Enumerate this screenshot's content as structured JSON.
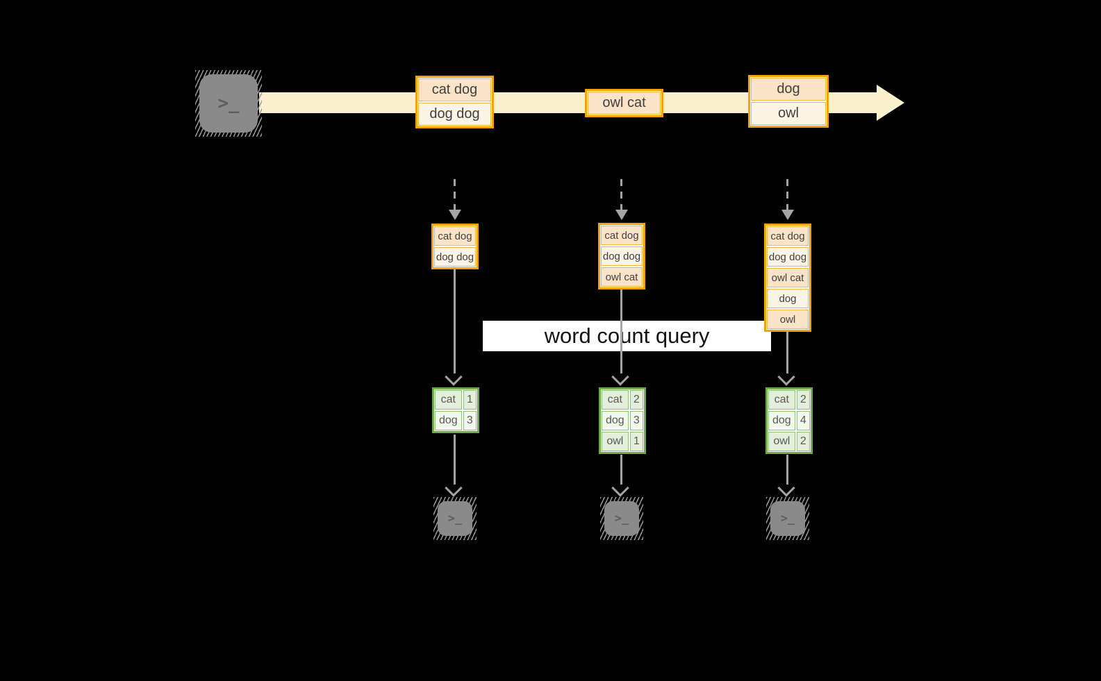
{
  "query": {
    "label": "word count query"
  },
  "icons": {
    "source": "terminal-icon",
    "sink": "terminal-icon"
  },
  "colors": {
    "background": "#000000",
    "stream_band": "#faf0cd",
    "event_border": "#f0a30a",
    "event_fill_dark": "#fae3c6",
    "event_fill_light": "#fcf4e4",
    "table_border": "#6fac46",
    "table_fill_dark": "#e3efda",
    "table_fill_light": "#f1f8ec",
    "arrow_gray": "#a5a5a5",
    "terminal_gray": "#8a8a8a"
  },
  "stream_events": [
    {
      "rows": [
        "cat dog",
        "dog dog"
      ]
    },
    {
      "rows": [
        "owl cat"
      ]
    },
    {
      "rows": [
        "dog",
        "owl"
      ]
    }
  ],
  "columns": [
    {
      "batch": [
        "cat dog",
        "dog dog"
      ],
      "counts": [
        {
          "word": "cat",
          "n": "1"
        },
        {
          "word": "dog",
          "n": "3"
        }
      ]
    },
    {
      "batch": [
        "cat dog",
        "dog dog",
        "owl cat"
      ],
      "counts": [
        {
          "word": "cat",
          "n": "2"
        },
        {
          "word": "dog",
          "n": "3"
        },
        {
          "word": "owl",
          "n": "1"
        }
      ]
    },
    {
      "batch": [
        "cat dog",
        "dog dog",
        "owl cat",
        "dog",
        "owl"
      ],
      "counts": [
        {
          "word": "cat",
          "n": "2"
        },
        {
          "word": "dog",
          "n": "4"
        },
        {
          "word": "owl",
          "n": "2"
        }
      ]
    }
  ]
}
